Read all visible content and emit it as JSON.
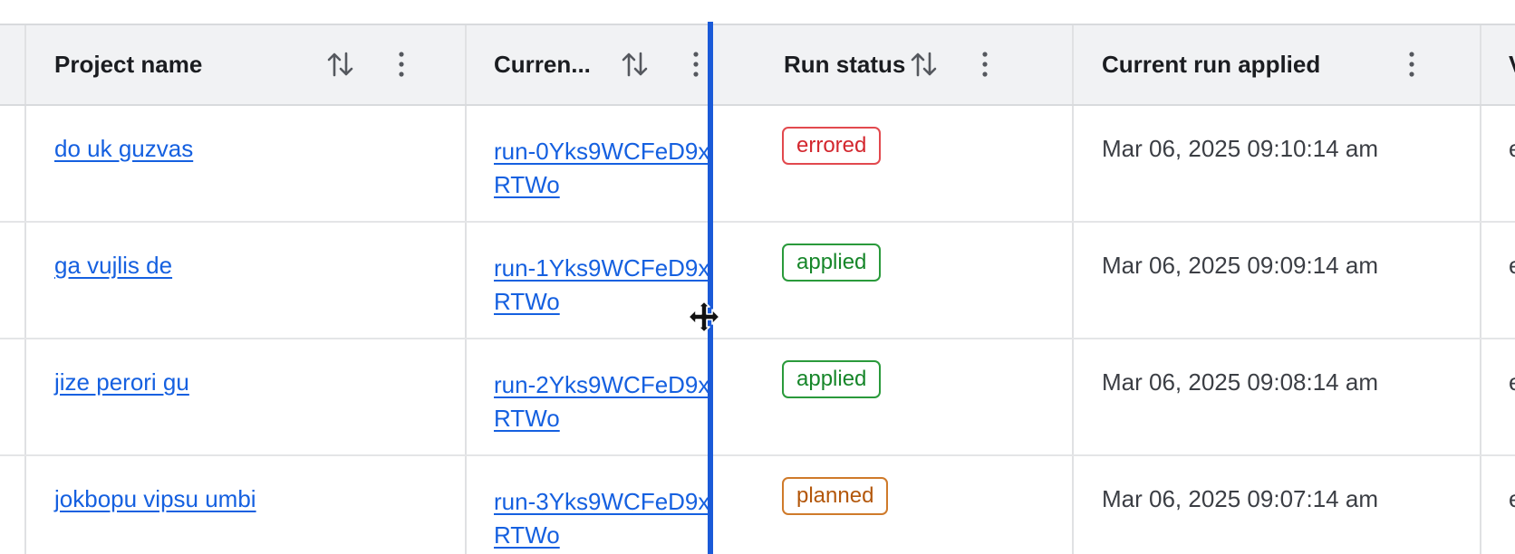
{
  "table": {
    "headers": {
      "project_name": "Project name",
      "current_run": "Curren...",
      "run_status": "Run status",
      "current_run_applied": "Current run applied",
      "next_column": "V"
    },
    "rows": [
      {
        "project_name": "do uk guzvas",
        "run_id": "run-0Yks9WCFeD9xRTWo",
        "status": "errored",
        "applied_at": "Mar 06, 2025 09:10:14 am",
        "next_col": "e"
      },
      {
        "project_name": "ga vujlis de",
        "run_id": "run-1Yks9WCFeD9xRTWo",
        "status": "applied",
        "applied_at": "Mar 06, 2025 09:09:14 am",
        "next_col": "e"
      },
      {
        "project_name": "jize perori gu",
        "run_id": "run-2Yks9WCFeD9xRTWo",
        "status": "applied",
        "applied_at": "Mar 06, 2025 09:08:14 am",
        "next_col": "e"
      },
      {
        "project_name": "jokbopu vipsu umbi",
        "run_id": "run-3Yks9WCFeD9xRTWo",
        "status": "planned",
        "applied_at": "Mar 06, 2025 09:07:14 am",
        "next_col": "e"
      }
    ]
  },
  "icons": {
    "sort": "sort-arrows-icon",
    "menu": "kebab-menu-icon",
    "cursor": "resize-horizontal-cursor-icon"
  },
  "colors": {
    "link": "#1560e0",
    "resize_indicator": "#1a5ad8",
    "status_errored": "#d3272e",
    "status_applied": "#168629",
    "status_planned": "#b3570b",
    "header_bg": "#f1f2f4"
  }
}
